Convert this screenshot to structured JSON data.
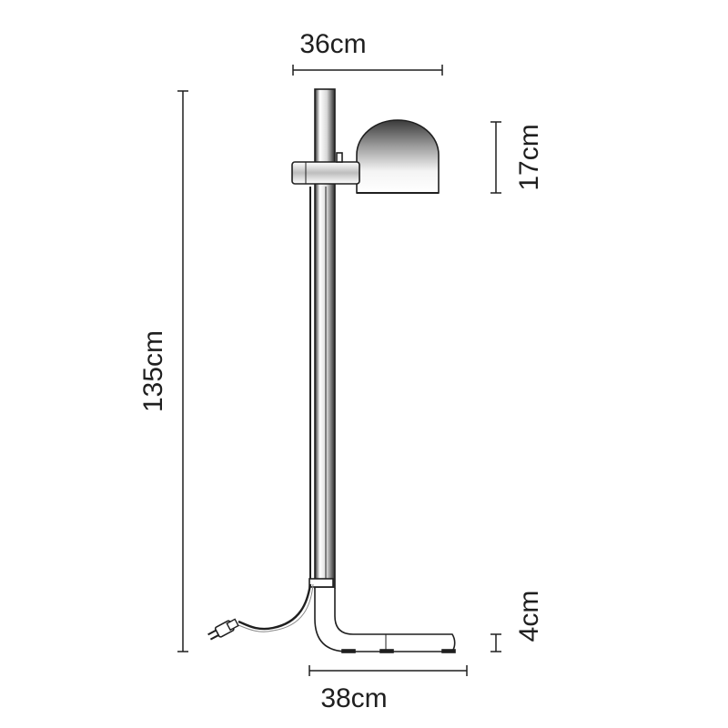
{
  "dimensions": {
    "top_width": "36cm",
    "total_height": "135cm",
    "head_height": "17cm",
    "base_height": "4cm",
    "base_width": "38cm"
  },
  "colors": {
    "line": "#1f1f1f",
    "head_shade_dark": "#3a3a3a",
    "head_shade_light": "#f4f4f4",
    "background": "#ffffff"
  }
}
